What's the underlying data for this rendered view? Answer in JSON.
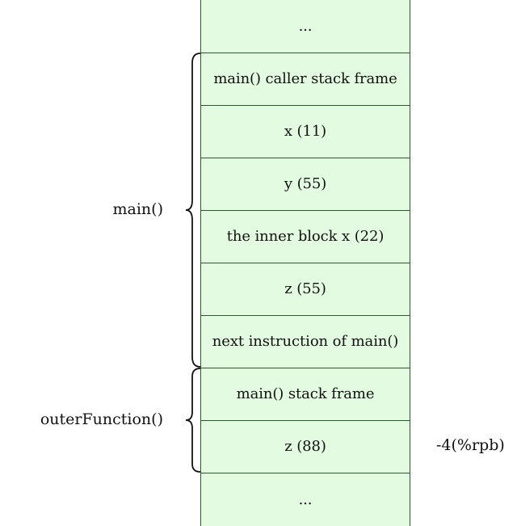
{
  "stack": {
    "top_ellipsis": "...",
    "bottom_ellipsis": "...",
    "cells": [
      "main() caller stack frame",
      "x (11)",
      "y (55)",
      "the inner block x (22)",
      "z (55)",
      "next instruction of main()",
      "main() stack frame",
      "z (88)"
    ]
  },
  "braces": {
    "main": "main()",
    "outer": "outerFunction()"
  },
  "offset": "-4(%rpb)",
  "colors": {
    "cell_fill": "#e3fbe0",
    "cell_border": "#2b5a2b"
  }
}
